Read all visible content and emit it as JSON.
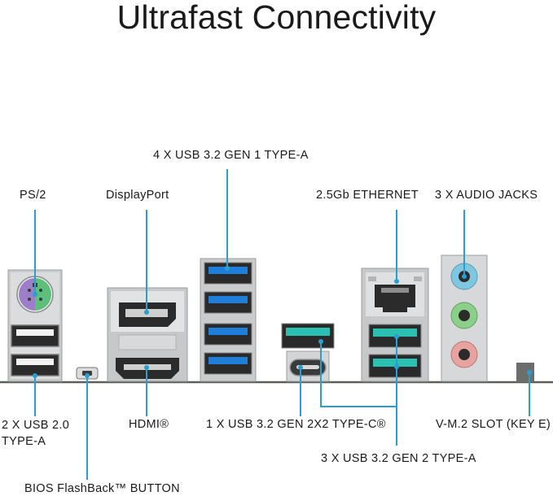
{
  "title": "Ultrafast Connectivity",
  "colors": {
    "callout_line": "#2a9fcf",
    "usb3_blue": "#1f7fd8",
    "usb_teal": "#2bc0b2",
    "panel_gray": "#b9bcbf",
    "board_line": "#5b5f57",
    "audio_blue": "#7fc6e0",
    "audio_green": "#8ccf8a",
    "audio_pink": "#e7a3a0",
    "ps2_purple": "#9c7ec9",
    "ps2_green": "#5cbf7a"
  },
  "labels": {
    "ps2": "PS/2",
    "displayport": "DisplayPort",
    "usb32_gen1": "4 X USB 3.2 GEN 1 TYPE-A",
    "ethernet": "2.5Gb ETHERNET",
    "audio": "3 X AUDIO JACKS",
    "usb20": "2 X USB 2.0 TYPE-A",
    "hdmi": "HDMI®",
    "usb_c": "1 X USB 3.2 GEN 2X2 TYPE-C®",
    "vm2": "V-M.2 SLOT (KEY E)",
    "usb32_gen2": "3 X USB 3.2 GEN 2 TYPE-A",
    "bios": "BIOS FlashBack™ BUTTON"
  }
}
